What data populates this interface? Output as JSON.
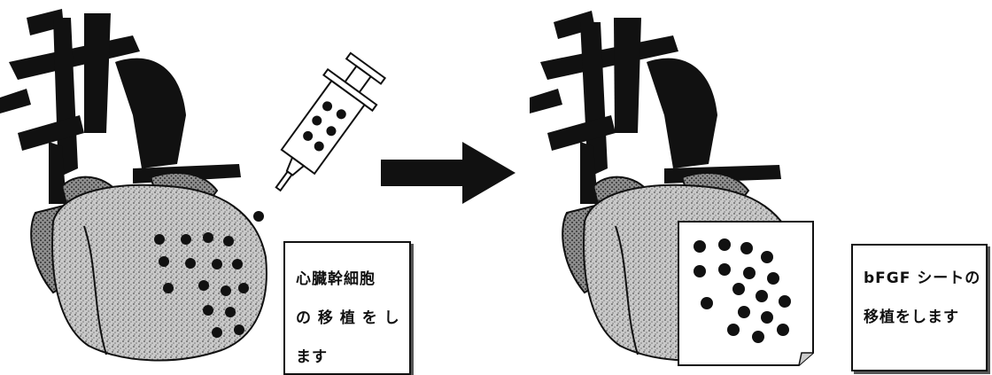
{
  "left_panel": {
    "caption_lines": [
      "心臓幹細胞",
      "の 移 植 を し",
      "ます"
    ]
  },
  "right_panel": {
    "caption_lines": [
      "bFGF シートの",
      "移植をします"
    ]
  },
  "colors": {
    "ink": "#111111",
    "stipple": "#9a9a9a",
    "arrow": "#111111"
  },
  "icons": {
    "left_heart": "heart-icon",
    "syringe": "syringe-icon",
    "arrow": "arrow-right-icon",
    "right_heart": "heart-icon",
    "sheet": "bfgf-sheet-icon"
  }
}
